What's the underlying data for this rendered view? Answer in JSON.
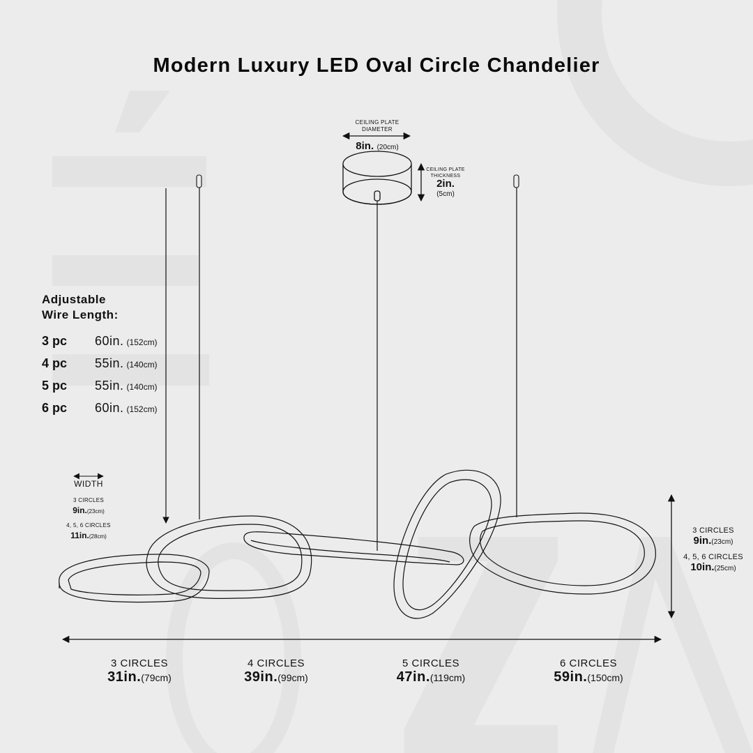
{
  "title": "Modern Luxury LED Oval Circle Chandelier",
  "ceiling_plate": {
    "diameter_caption_line1": "CEILING PLATE",
    "diameter_caption_line2": "DIAMETER",
    "diameter_in": "8in.",
    "diameter_cm": "(20cm)",
    "thickness_caption_line1": "CEILING PLATE",
    "thickness_caption_line2": "THICKNESS",
    "thickness_in": "2in.",
    "thickness_cm": "(5cm)"
  },
  "wire_length": {
    "heading_line1": "Adjustable",
    "heading_line2": "Wire Length:",
    "rows": [
      {
        "pc": "3 pc",
        "in": "60in.",
        "cm": "(152cm)"
      },
      {
        "pc": "4 pc",
        "in": "55in.",
        "cm": "(140cm)"
      },
      {
        "pc": "5 pc",
        "in": "55in.",
        "cm": "(140cm)"
      },
      {
        "pc": "6 pc",
        "in": "60in.",
        "cm": "(152cm)"
      }
    ]
  },
  "width_spec": {
    "caption": "WIDTH",
    "rows": [
      {
        "label": "3 CIRCLES",
        "in": "9in.",
        "cm": "(23cm)"
      },
      {
        "label": "4, 5, 6 CIRCLES",
        "in": "11in.",
        "cm": "(28cm)"
      }
    ]
  },
  "height_spec": {
    "rows": [
      {
        "label": "3 CIRCLES",
        "in": "9in.",
        "cm": "(23cm)"
      },
      {
        "label": "4, 5, 6 CIRCLES",
        "in": "10in.",
        "cm": "(25cm)"
      }
    ]
  },
  "length_spec": [
    {
      "label": "3 CIRCLES",
      "in": "31in.",
      "cm": "(79cm)"
    },
    {
      "label": "4 CIRCLES",
      "in": "39in.",
      "cm": "(99cm)"
    },
    {
      "label": "5 CIRCLES",
      "in": "47in.",
      "cm": "(119cm)"
    },
    {
      "label": "6 CIRCLES",
      "in": "59in.",
      "cm": "(150cm)"
    }
  ],
  "colors": {
    "background": "#ececec",
    "watermark": "#e3e3e3",
    "line": "#111111"
  }
}
